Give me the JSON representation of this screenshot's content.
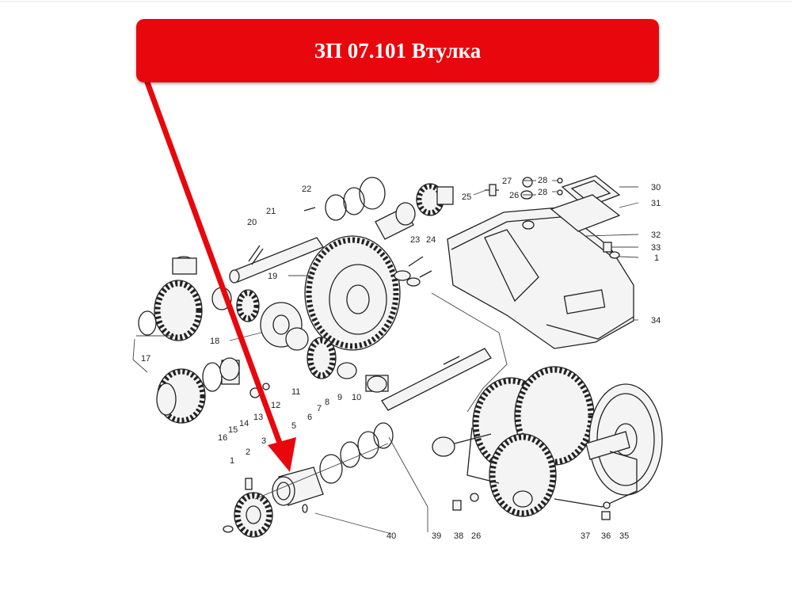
{
  "banner": {
    "title": "ЗП 07.101 Втулка"
  },
  "colors": {
    "banner_bg": "#e8070c",
    "arrow": "#e8070c",
    "ink": "#222222"
  },
  "parts": [
    {
      "id": "1",
      "label": "1"
    },
    {
      "id": "2",
      "label": "2"
    },
    {
      "id": "3",
      "label": "3"
    },
    {
      "id": "5",
      "label": "5"
    },
    {
      "id": "6",
      "label": "6"
    },
    {
      "id": "7",
      "label": "7"
    },
    {
      "id": "8",
      "label": "8"
    },
    {
      "id": "9",
      "label": "9"
    },
    {
      "id": "10",
      "label": "10"
    },
    {
      "id": "11",
      "label": "11"
    },
    {
      "id": "12",
      "label": "12"
    },
    {
      "id": "13",
      "label": "13"
    },
    {
      "id": "14",
      "label": "14"
    },
    {
      "id": "15",
      "label": "15"
    },
    {
      "id": "16",
      "label": "16"
    },
    {
      "id": "17",
      "label": "17"
    },
    {
      "id": "18",
      "label": "18"
    },
    {
      "id": "19",
      "label": "19"
    },
    {
      "id": "20",
      "label": "20"
    },
    {
      "id": "21",
      "label": "21"
    },
    {
      "id": "22",
      "label": "22"
    },
    {
      "id": "23",
      "label": "23"
    },
    {
      "id": "24",
      "label": "24"
    },
    {
      "id": "25",
      "label": "25"
    },
    {
      "id": "26a",
      "label": "26"
    },
    {
      "id": "27",
      "label": "27"
    },
    {
      "id": "28a",
      "label": "28"
    },
    {
      "id": "28b",
      "label": "28"
    },
    {
      "id": "30",
      "label": "30"
    },
    {
      "id": "31",
      "label": "31"
    },
    {
      "id": "32",
      "label": "32"
    },
    {
      "id": "33",
      "label": "33"
    },
    {
      "id": "1b",
      "label": "1"
    },
    {
      "id": "34",
      "label": "34"
    },
    {
      "id": "40",
      "label": "40"
    },
    {
      "id": "39",
      "label": "39"
    },
    {
      "id": "38",
      "label": "38"
    },
    {
      "id": "26b",
      "label": "26"
    },
    {
      "id": "37",
      "label": "37"
    },
    {
      "id": "36",
      "label": "36"
    },
    {
      "id": "35",
      "label": "35"
    }
  ]
}
